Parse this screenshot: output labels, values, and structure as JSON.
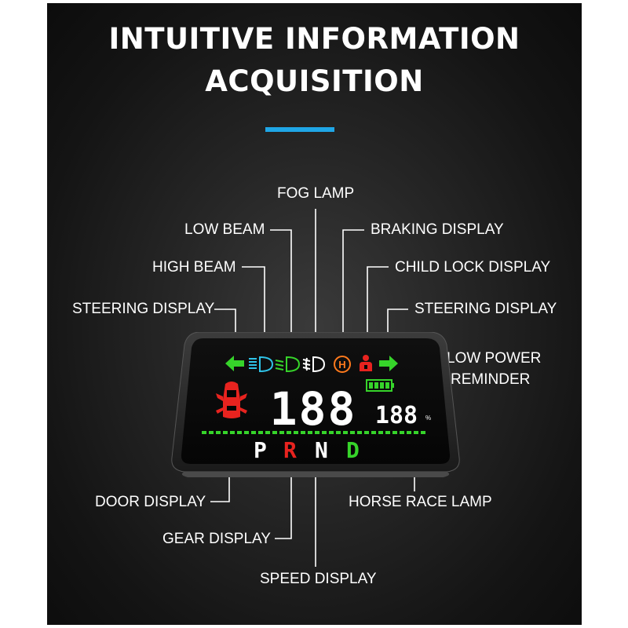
{
  "headline": {
    "line1": "INTUITIVE INFORMATION",
    "line2": "ACQUISITION"
  },
  "colors": {
    "accent": "#1fa6e6",
    "green": "#36d42a",
    "red": "#e8231f",
    "orange": "#ff7a1c",
    "cyan": "#2fc3e8",
    "white": "#ffffff"
  },
  "labels": {
    "fog_lamp": "FOG LAMP",
    "low_beam": "LOW BEAM",
    "braking_display": "BRAKING DISPLAY",
    "high_beam": "HIGH BEAM",
    "child_lock_display": "CHILD LOCK DISPLAY",
    "steering_left": "STEERING DISPLAY",
    "steering_right": "STEERING DISPLAY",
    "low_power_line1": "LOW POWER",
    "low_power_line2": "REMINDER",
    "door_display": "DOOR DISPLAY",
    "horse_race_lamp": "HORSE RACE LAMP",
    "gear_display": "GEAR DISPLAY",
    "speed_display": "SPEED DISPLAY"
  },
  "hud": {
    "speed": "188",
    "secondary": "188",
    "percent": "%",
    "gears": [
      "P",
      "R",
      "N",
      "D"
    ],
    "selected_gear": "R",
    "braking_letter": "H",
    "icons": [
      "arrow-left-icon",
      "high-beam-icon",
      "low-beam-icon",
      "fog-lamp-icon",
      "brake-icon",
      "child-lock-icon",
      "arrow-right-icon",
      "battery-icon",
      "car-door-icon"
    ]
  }
}
